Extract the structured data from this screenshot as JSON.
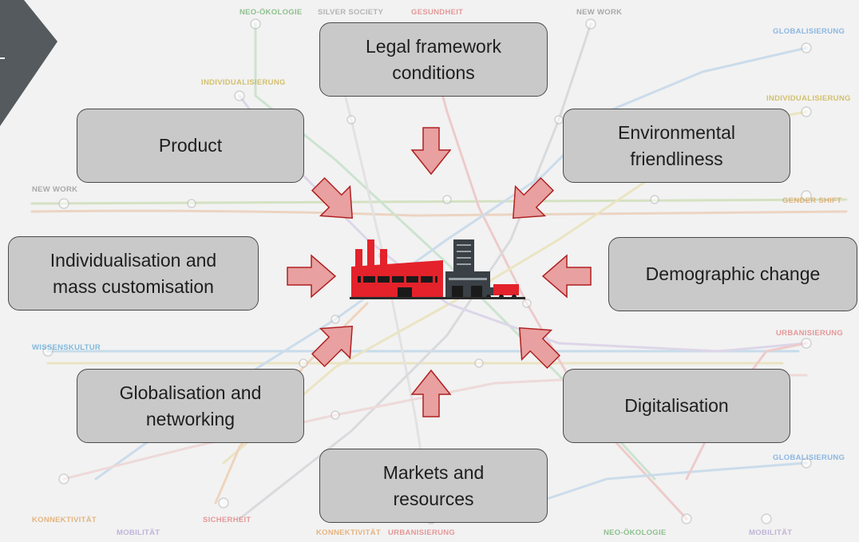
{
  "diagram": {
    "center_icon": "factory-icon",
    "factors": {
      "legal": "Legal framework\nconditions",
      "product": "Product",
      "environment": "Environmental\nfriendliness",
      "individualisation": "Individualisation and\nmass customisation",
      "demographic": "Demographic change",
      "globalisation": "Globalisation and\nnetworking",
      "digitalisation": "Digitalisation",
      "markets": "Markets and\nresources"
    }
  },
  "background_map": {
    "labels": {
      "neo_oekologie_top": "NEO-ÖKOLOGIE",
      "silver_society": "SILVER SOCIETY",
      "gesundheit": "GESUNDHEIT",
      "new_work_top": "NEW WORK",
      "globalisierung_top": "GLOBALISIERUNG",
      "individualisierung_left": "INDIVIDUALISIERUNG",
      "individualisierung_right": "INDIVIDUALISIERUNG",
      "new_work_left": "NEW WORK",
      "gender_shift": "GENDER SHIFT",
      "wissenskultur": "WISSENSKULTUR",
      "urbanisierung_right": "URBANISIERUNG",
      "globalisierung_bottom": "GLOBALISIERUNG",
      "konnektivitaet_left": "KONNEKTIVITÄT",
      "mobilitaet_left": "MOBILITÄT",
      "sicherheit": "SICHERHEIT",
      "konnektivitaet_bottom": "KONNEKTIVITÄT",
      "urbanisierung_bottom": "URBANISIERUNG",
      "neo_oekologie_bottom": "NEO-ÖKOLOGIE",
      "mobilitaet_right": "MOBILITÄT"
    }
  },
  "colors": {
    "box_fill": "#c9c9c9",
    "arrow_fill": "#e8a0a0",
    "arrow_stroke": "#b02020",
    "factory_red": "#e3222b",
    "factory_dark": "#3a4045",
    "corner_tab": "#555a5e"
  }
}
